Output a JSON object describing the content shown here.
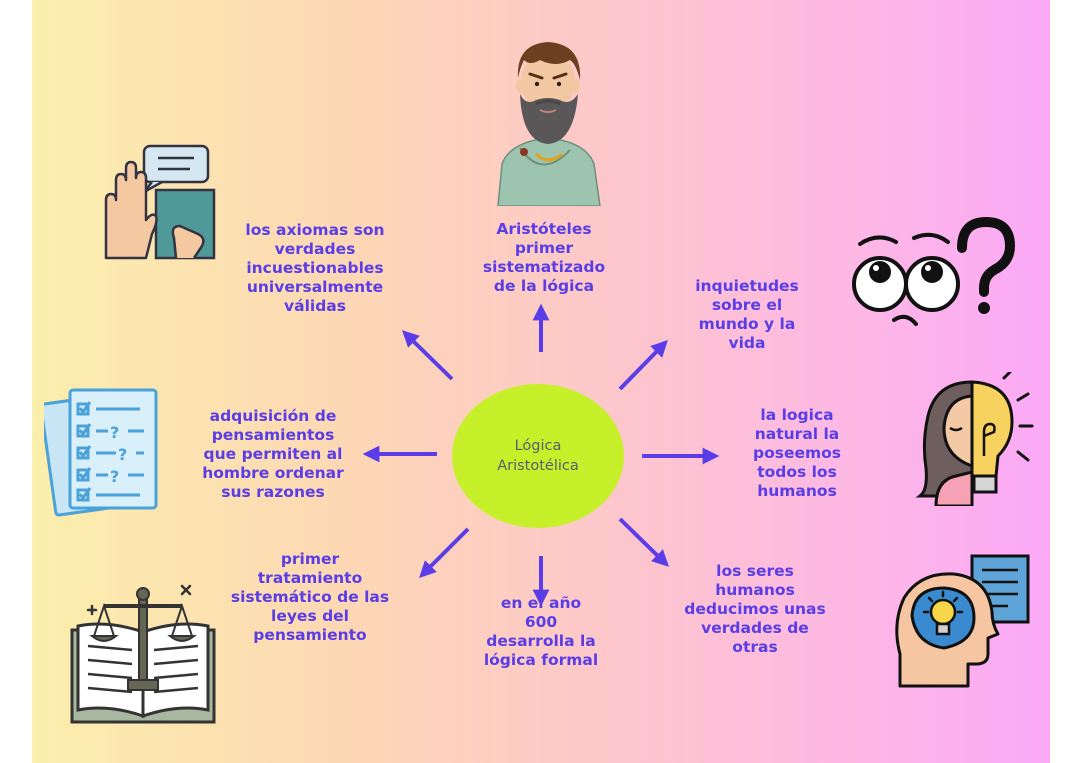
{
  "center": {
    "label": "Lógica\nAristotélica",
    "color": "#c6f02a"
  },
  "colors": {
    "text": "#5a3de6",
    "arrow": "#5a3de6",
    "bg_left": "#fbefad",
    "bg_right": "#fba9f6"
  },
  "nodes": [
    {
      "id": "top",
      "text": "Aristóteles\nprimer\nsistematizado\nde la lógica",
      "icon": "aristotle-portrait-icon"
    },
    {
      "id": "top-left",
      "text": "los axiomas son\nverdades\nincuestionables\nuniversalmente\nválidas",
      "icon": "raised-hand-speech-icon"
    },
    {
      "id": "top-right",
      "text": "inquietudes\nsobre el\nmundo y la\nvida",
      "icon": "curious-eyes-question-icon"
    },
    {
      "id": "left",
      "text": "adquisición de\npensamientos\nque permiten al\nhombre ordenar\nsus razones",
      "icon": "checklist-questions-icon"
    },
    {
      "id": "right",
      "text": "la logica\nnatural la\nposeemos\ntodos los\nhumanos",
      "icon": "woman-lightbulb-icon"
    },
    {
      "id": "bottom-left",
      "text": "primer\ntratamiento\nsistemático de las\nleyes  del\npensamiento",
      "icon": "law-book-scales-icon"
    },
    {
      "id": "bottom",
      "text": "en el año\n600\ndesarrolla la\nlógica formal",
      "icon": ""
    },
    {
      "id": "bottom-right",
      "text": "los seres\nhumanos\ndeducimos unas\nverdades de\notras",
      "icon": "head-idea-document-icon"
    }
  ]
}
